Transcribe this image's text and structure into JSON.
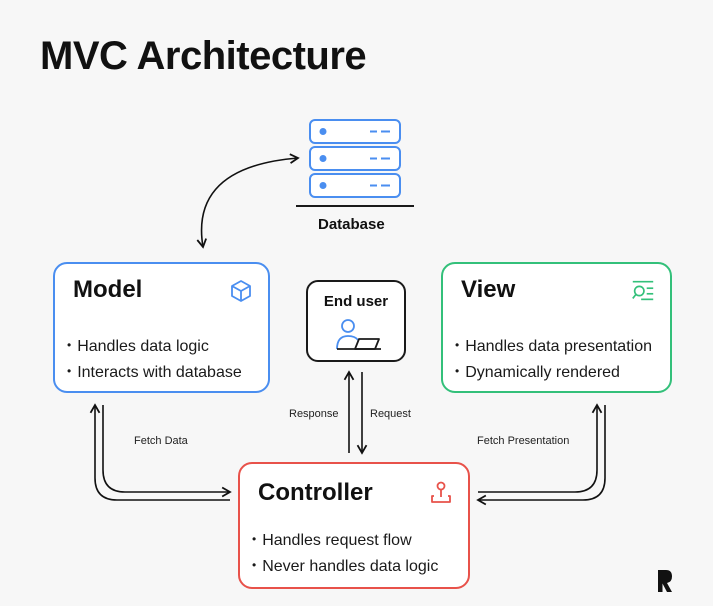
{
  "title": "MVC Architecture",
  "database": {
    "label": "Database"
  },
  "model": {
    "title": "Model",
    "bullets": [
      "Handles data logic",
      "Interacts with database"
    ],
    "icon": "cube-icon",
    "color": "#4a8ef0"
  },
  "view": {
    "title": "View",
    "bullets": [
      "Handles data presentation",
      "Dynamically rendered"
    ],
    "icon": "search-list-icon",
    "color": "#33c07a"
  },
  "controller": {
    "title": "Controller",
    "bullets": [
      "Handles request flow",
      "Never handles data logic"
    ],
    "icon": "joystick-icon",
    "color": "#e8524a"
  },
  "end_user": {
    "title": "End user",
    "icon": "user-laptop-icon"
  },
  "edges": {
    "fetch_data": "Fetch Data",
    "fetch_presentation": "Fetch Presentation",
    "response": "Response",
    "request": "Request"
  },
  "brand": {
    "icon": "r-logo-icon"
  }
}
